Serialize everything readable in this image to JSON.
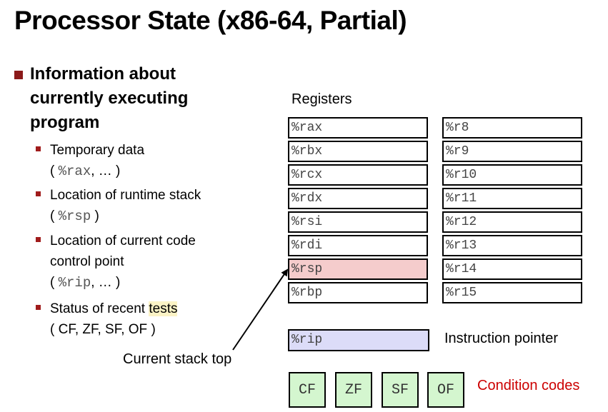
{
  "title": "Processor State (x86-64, Partial)",
  "main_bullet": {
    "line1": "Information about",
    "line2": "currently executing",
    "line3": "program"
  },
  "sub_bullets": [
    {
      "line1": "Temporary data",
      "line2_open": "( ",
      "line2_code": "%rax",
      "line2_rest": ", … )"
    },
    {
      "line1": "Location of runtime stack",
      "line2_open": "( ",
      "line2_code": "%rsp",
      "line2_rest": " )"
    },
    {
      "line1": "Location of current code",
      "line2": "control point",
      "line3_open": "( ",
      "line3_code": "%rip",
      "line3_rest": ", … )"
    },
    {
      "line1_pre": "Status of recent ",
      "line1_hl": "tests",
      "line2": "( CF, ZF, SF, OF )"
    }
  ],
  "registers_label": "Registers",
  "registers_left": [
    "%rax",
    "%rbx",
    "%rcx",
    "%rdx",
    "%rsi",
    "%rdi",
    "%rsp",
    "%rbp"
  ],
  "registers_right": [
    "%r8",
    "%r9",
    "%r10",
    "%r11",
    "%r12",
    "%r13",
    "%r14",
    "%r15"
  ],
  "rip": "%rip",
  "rip_label": "Instruction pointer",
  "stack_top_label": "Current stack top",
  "condition_codes": [
    "CF",
    "ZF",
    "SF",
    "OF"
  ],
  "condition_codes_label": "Condition codes",
  "colors": {
    "bullet": "#8b1a1a",
    "rsp_fill": "#f5cccc",
    "rip_fill": "#dcdcf8",
    "cc_fill": "#d4f6cf",
    "cc_label": "#cc0000",
    "highlight": "#fbf3c6"
  }
}
